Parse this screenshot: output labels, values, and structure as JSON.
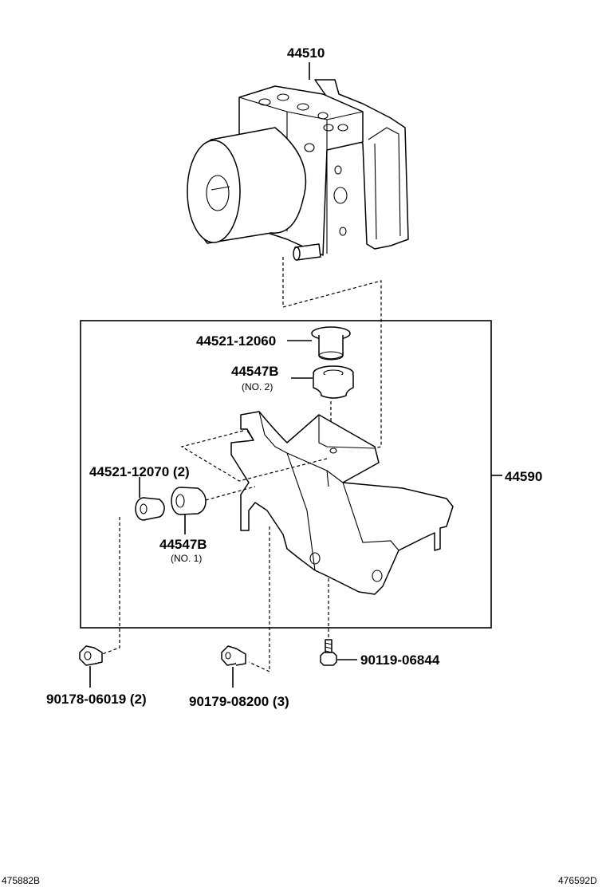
{
  "labels": {
    "actuator": "44510",
    "bracket": "44590",
    "cushion_collar_top": "44521-12060",
    "cushion_no2": "44547B",
    "cushion_no2_sub": "(NO. 2)",
    "cushion_collar_side": "44521-12070 (2)",
    "cushion_no1": "44547B",
    "cushion_no1_sub": "(NO. 1)",
    "nut_left": "90178-06019 (2)",
    "nut_mid": "90179-08200 (3)",
    "bolt_right": "90119-06844"
  },
  "refs": {
    "left": "475882B",
    "right": "476592D"
  }
}
